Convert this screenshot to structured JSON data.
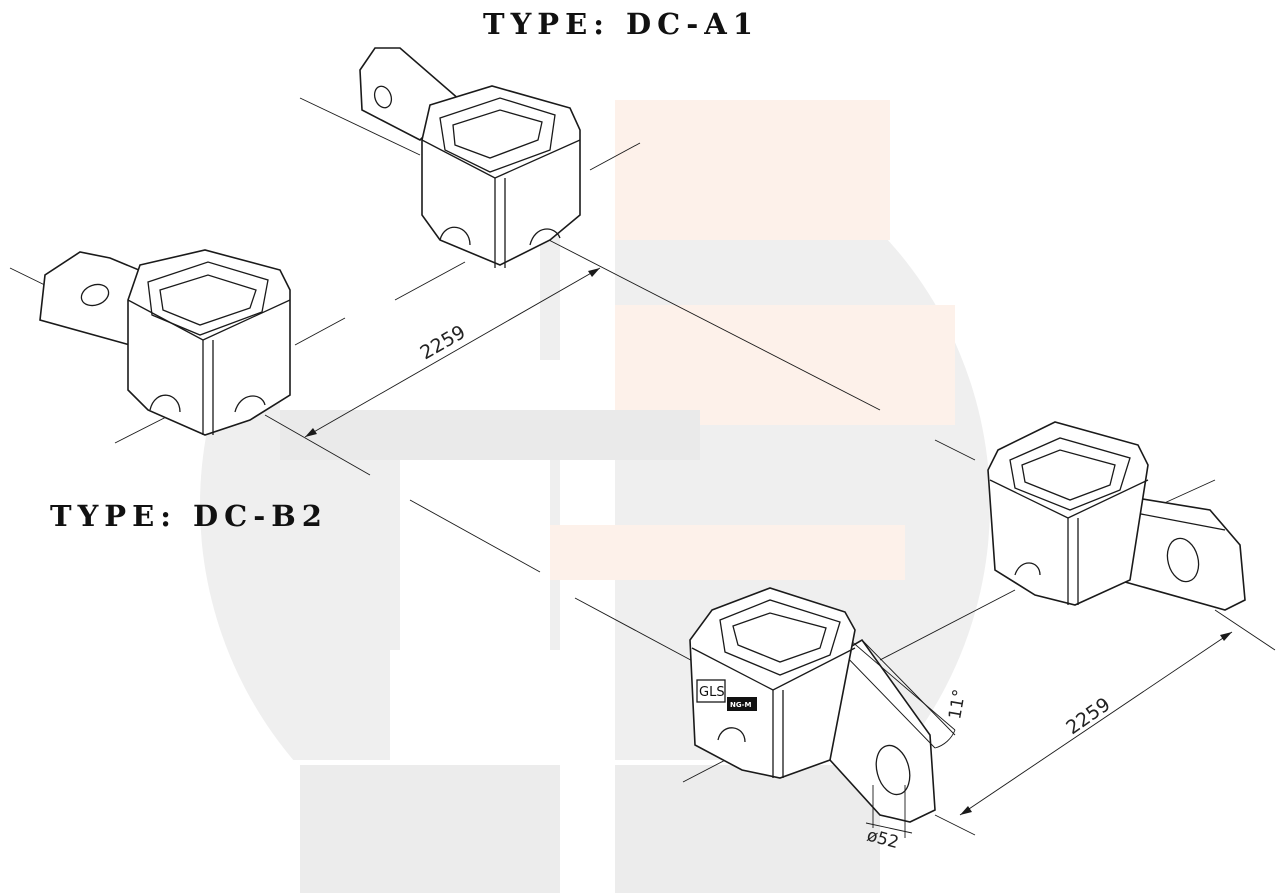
{
  "labels": {
    "type_top": "TYPE: DC-A1",
    "type_left": "TYPE: DC-B2"
  },
  "dimensions": {
    "spacing_upper": "2259",
    "spacing_lower": "2259",
    "angle": "11°",
    "hole_diameter": "ø52"
  },
  "markings": {
    "logo_text": "GLS",
    "tag_text": "NG-M"
  },
  "colors": {
    "watermark_gray": "#ececec",
    "watermark_peach": "#fdf1ea",
    "line": "#1a1a1a"
  }
}
